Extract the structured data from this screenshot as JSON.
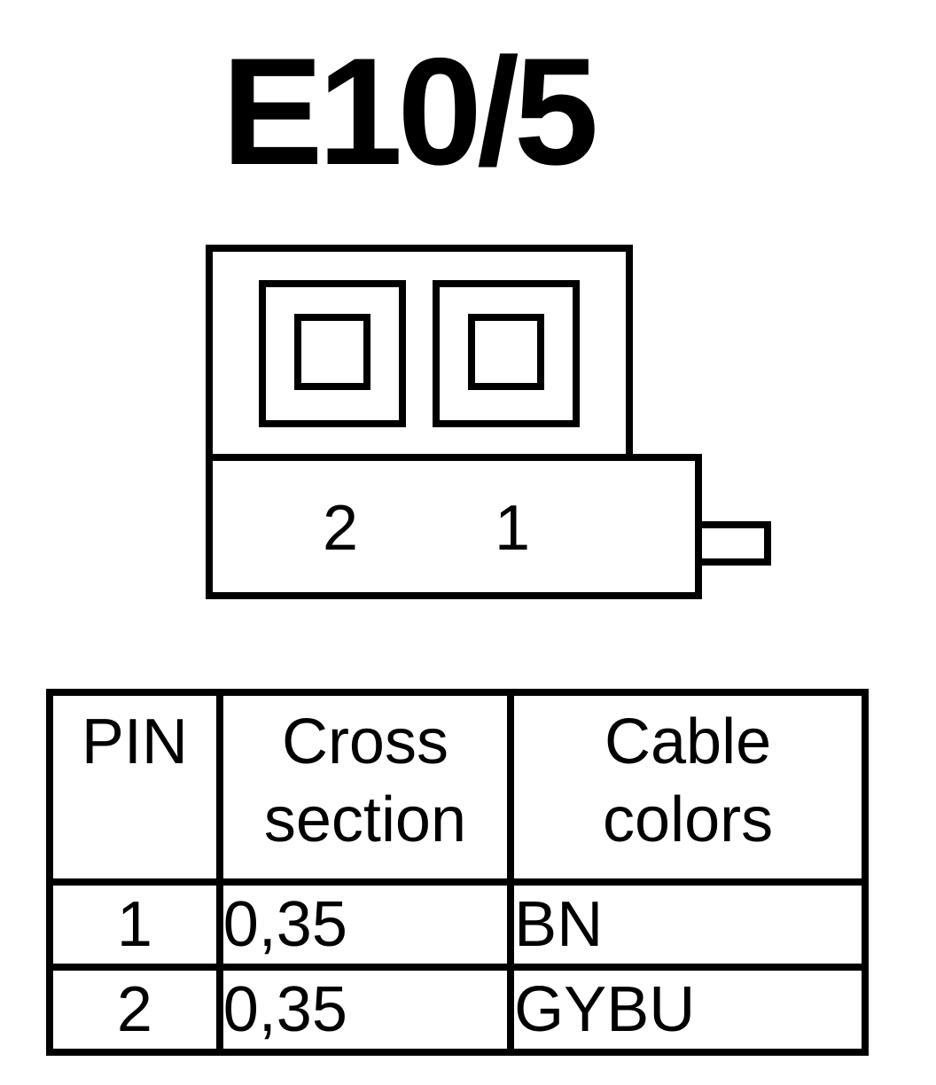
{
  "title": "E10/5",
  "connector": {
    "pin_labels": [
      "2",
      "1"
    ]
  },
  "table": {
    "headers": {
      "pin": "PIN",
      "cross_section_line1": "Cross",
      "cross_section_line2": "section",
      "cable_colors_line1": "Cable",
      "cable_colors_line2": "colors"
    },
    "rows": [
      {
        "pin": "1",
        "cross_section": "0,35",
        "cable_color": "BN"
      },
      {
        "pin": "2",
        "cross_section": "0,35",
        "cable_color": "GYBU"
      }
    ]
  },
  "colors": {
    "line": "#000000",
    "background": "#ffffff"
  }
}
